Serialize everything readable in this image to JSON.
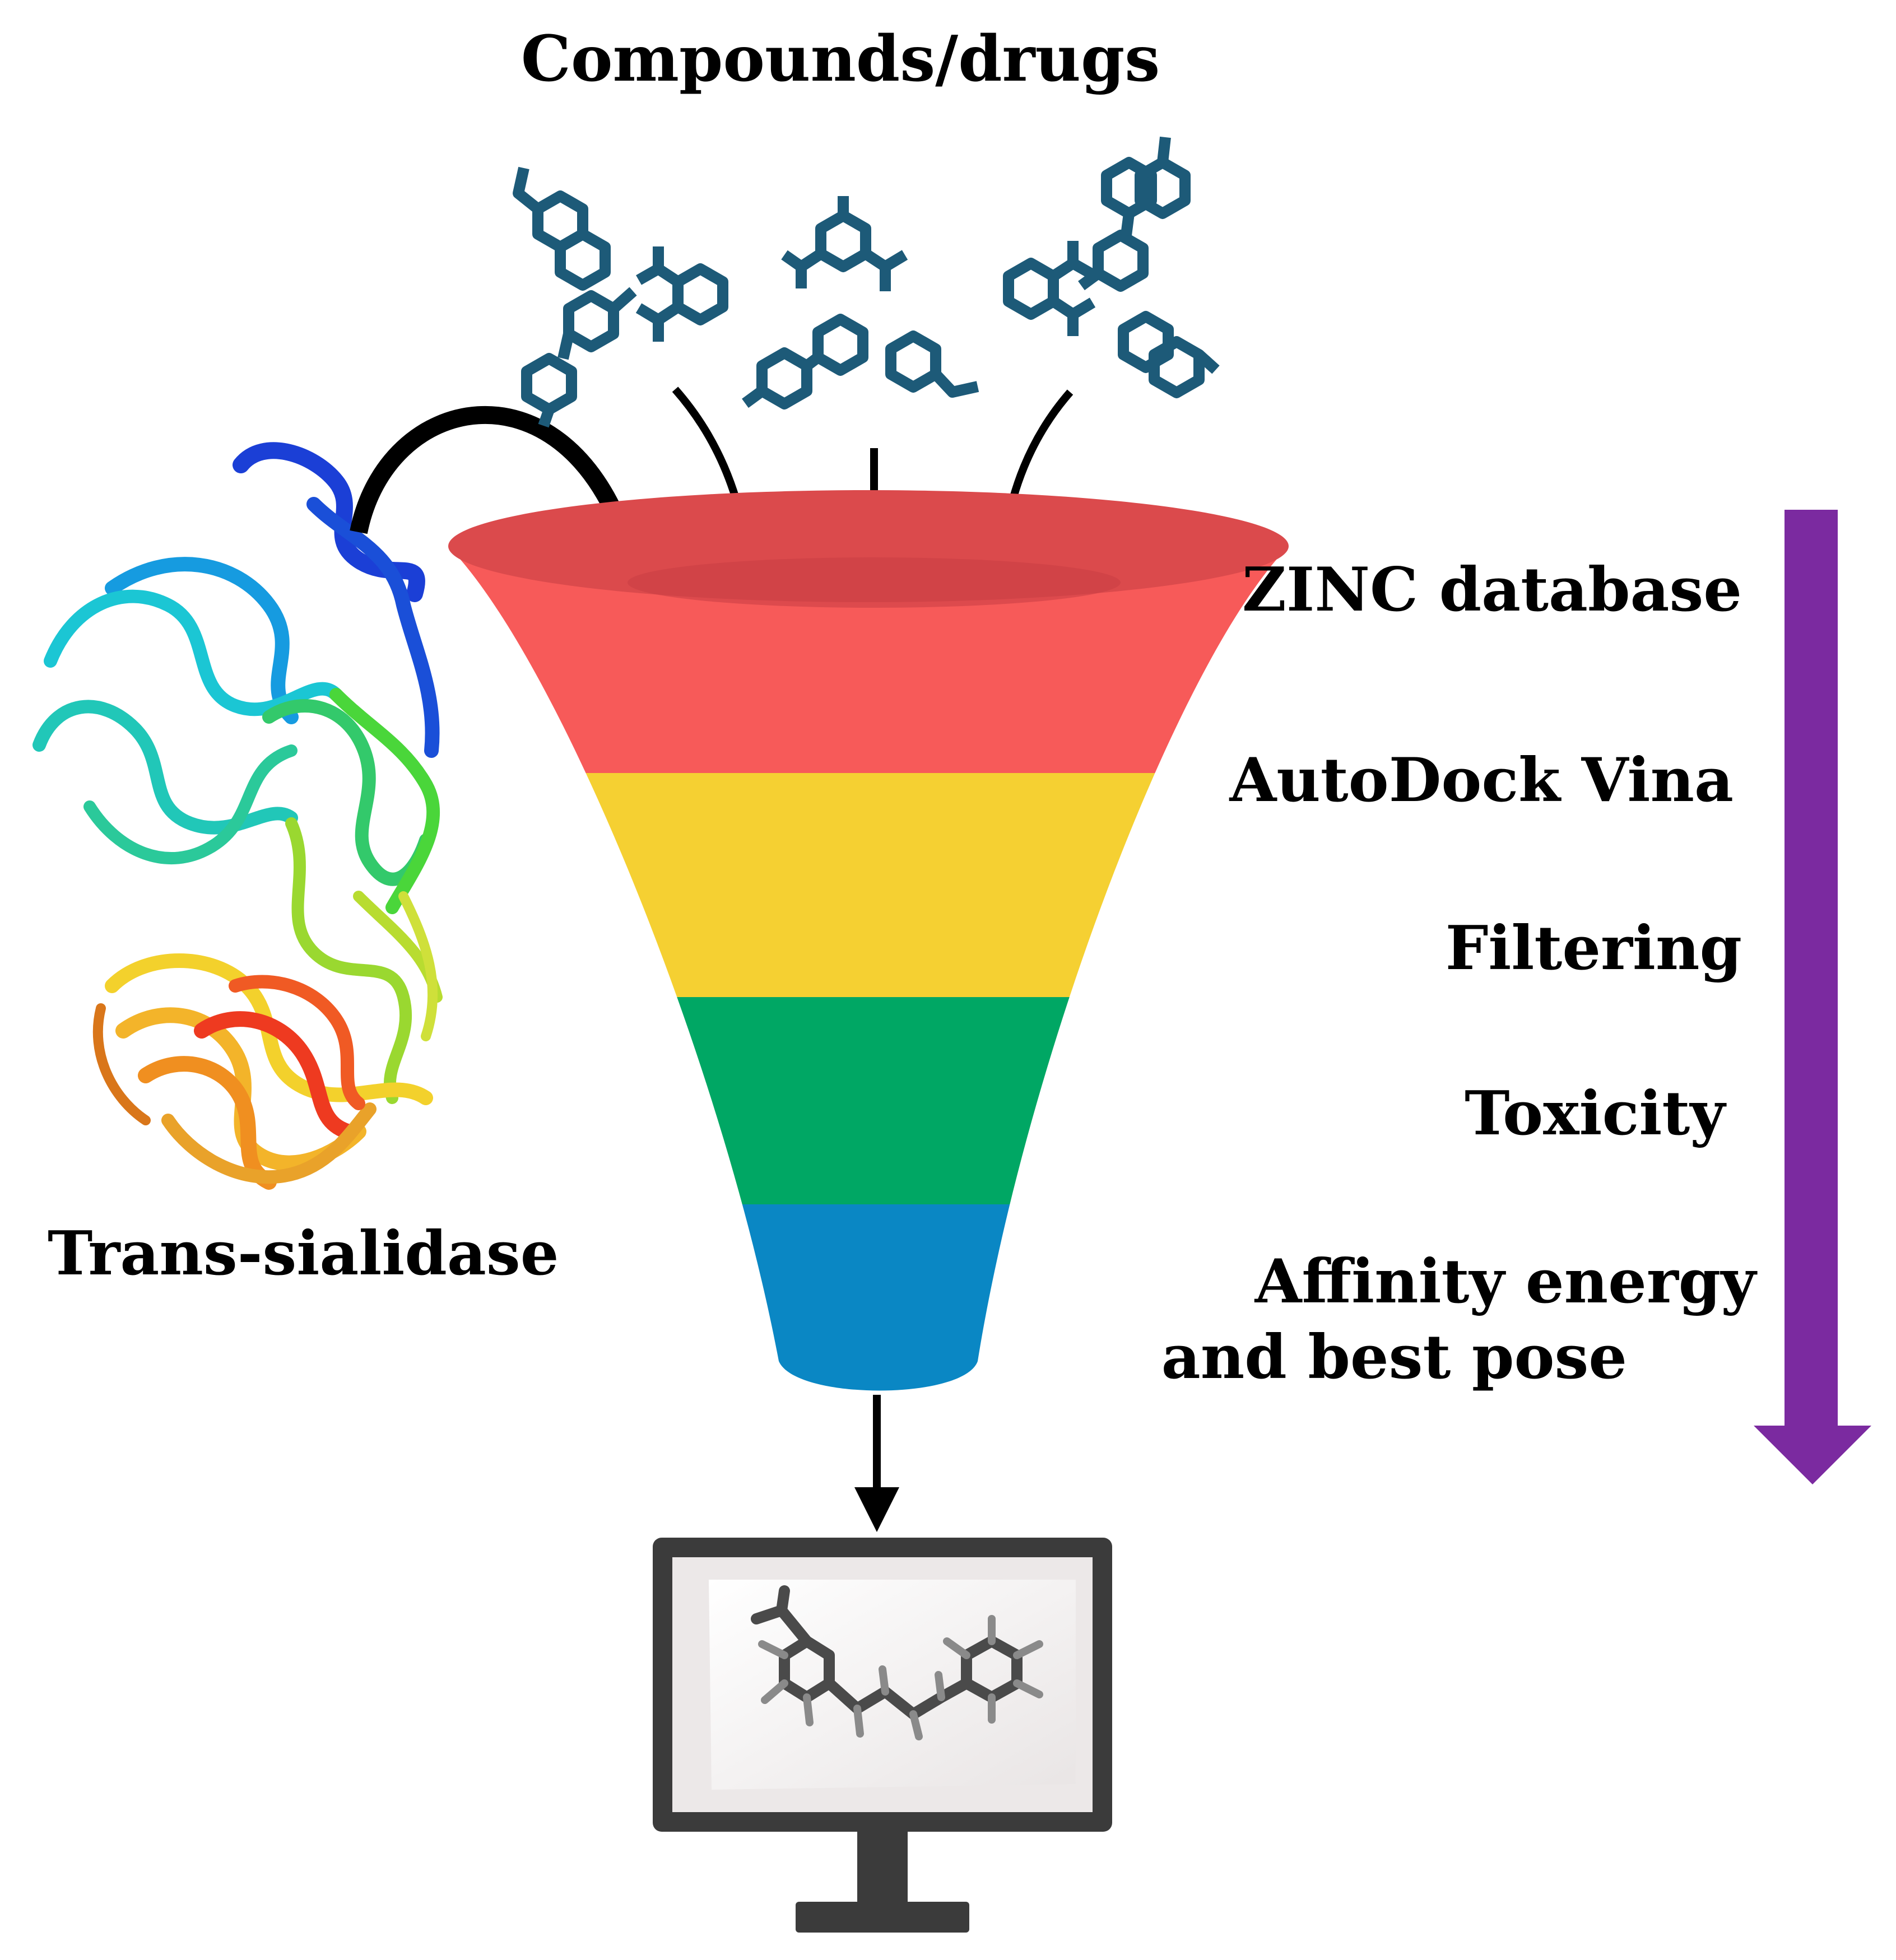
{
  "title": "Compounds/drugs",
  "protein_label": "Trans-sialidase",
  "steps": [
    "ZINC database",
    "AutoDock Vina",
    "Filtering",
    "Toxicity",
    "Affinity energy",
    "and best pose"
  ],
  "colors": {
    "funnel_bands": [
      "#f75a59",
      "#f5d032",
      "#00a764",
      "#0a87c4"
    ],
    "funnel_rim": "#db4a4c",
    "funnel_inner": "#c93e44",
    "molecule": "#1d5a78",
    "progress_arrow": "#7b2aa0",
    "monitor_frame": "#3b3b3b",
    "arrows": "#000000"
  },
  "icons": [
    "protein-ribbon-icon",
    "molecule-icon",
    "monitor-icon",
    "ball-and-stick-molecule-icon"
  ]
}
